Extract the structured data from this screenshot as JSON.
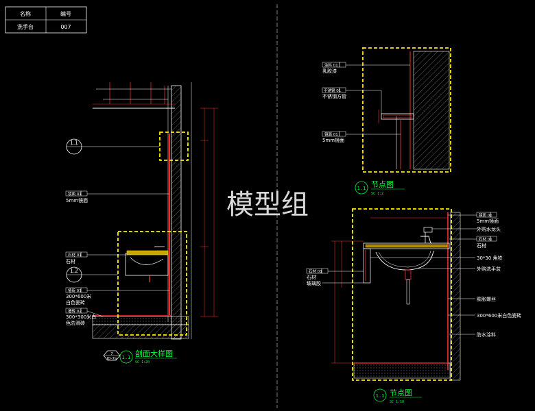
{
  "title_table": {
    "header_name": "名称",
    "header_code": "编号",
    "name": "洗手台",
    "code": "007"
  },
  "watermark": "模型组",
  "section_view": {
    "marker_top": "1.1",
    "marker_bottom": "1.2",
    "callouts": [
      {
        "tag": "镜面 01",
        "text": "5mm镜面"
      },
      {
        "tag": "石材 01",
        "text": "石材"
      },
      {
        "tag": "墙砖 01",
        "text": "300*600米",
        "text2": "白色瓷砖"
      },
      {
        "tag": "墙砖 02",
        "text": "300*300米白",
        "text2": "色防滑砖"
      }
    ],
    "title": "剖面大样图",
    "title_num": "1.1",
    "scale": "SC 1:20",
    "hex_top": "7",
    "hex_bottom": "ID-7a"
  },
  "detail_top": {
    "callouts": [
      {
        "tag": "涂料 01",
        "text": "乳胶漆"
      },
      {
        "tag": "不锈钢 01",
        "text": "不锈钢方管"
      },
      {
        "tag": "镜面 01",
        "text": "5mm镜面"
      }
    ],
    "title": "节点图",
    "title_num": "1.1",
    "scale": "SC 1:2"
  },
  "detail_bottom": {
    "right_callouts": [
      {
        "tag": "镜面 01",
        "text": "5mm镜面"
      },
      {
        "tag": "",
        "text": "外购水龙头"
      },
      {
        "tag": "石材 01",
        "text": "石材"
      },
      {
        "tag": "",
        "text": "30*30 角铁"
      },
      {
        "tag": "",
        "text": "外购洗手盆"
      },
      {
        "tag": "",
        "text": "膨胀螺丝"
      },
      {
        "tag": "",
        "text": "300*600米白色瓷砖"
      },
      {
        "tag": "",
        "text": "防水涂料"
      }
    ],
    "left_callouts": [
      {
        "tag": "石材 01",
        "text": "石材",
        "text2": "玻璃胶"
      }
    ],
    "title": "节点图",
    "title_num": "1.1",
    "scale": "SC 1:10"
  }
}
